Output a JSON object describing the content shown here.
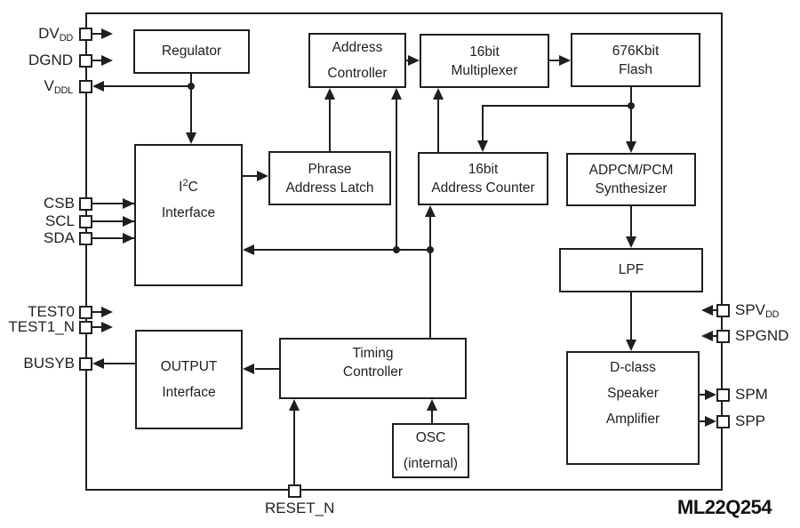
{
  "part_number": "ML22Q254",
  "colors": {
    "ink": "#1f1f1f",
    "background": "#ffffff"
  },
  "blocks": {
    "regulator": {
      "lines": [
        "Regulator"
      ]
    },
    "address_controller": {
      "lines": [
        "Address",
        "Controller"
      ]
    },
    "multiplexer_16bit": {
      "lines": [
        "16bit",
        "Multiplexer"
      ]
    },
    "flash_676kbit": {
      "lines": [
        "676Kbit",
        "Flash"
      ]
    },
    "i2c_interface": {
      "sup_line": {
        "pre": "I",
        "sup": "2",
        "post": "C"
      },
      "line2": "Interface"
    },
    "phrase_address_latch": {
      "lines": [
        "Phrase",
        "Address Latch"
      ]
    },
    "address_counter_16bit": {
      "lines": [
        "16bit",
        "Address Counter"
      ]
    },
    "adpcm_synthesizer": {
      "lines": [
        "ADPCM/PCM",
        "Synthesizer"
      ]
    },
    "lpf": {
      "lines": [
        "LPF"
      ]
    },
    "output_interface": {
      "lines": [
        "OUTPUT",
        "Interface"
      ]
    },
    "timing_controller": {
      "lines": [
        "Timing",
        "Controller"
      ]
    },
    "osc": {
      "lines": [
        "OSC",
        "(internal)"
      ]
    },
    "dclass_amplifier": {
      "lines": [
        "D-class",
        "Speaker",
        "Amplifier"
      ]
    }
  },
  "pins": {
    "dvdd": {
      "main": "DV",
      "sub": "DD"
    },
    "dgnd": {
      "main": "DGND",
      "sub": ""
    },
    "vddl": {
      "main": "V",
      "sub": "DDL"
    },
    "csb": {
      "main": "CSB",
      "sub": ""
    },
    "scl": {
      "main": "SCL",
      "sub": ""
    },
    "sda": {
      "main": "SDA",
      "sub": ""
    },
    "test0": {
      "main": "TEST0",
      "sub": ""
    },
    "test1_n": {
      "main": "TEST1_N",
      "sub": ""
    },
    "busyb": {
      "main": "BUSYB",
      "sub": ""
    },
    "spvdd": {
      "main": "SPV",
      "sub": "DD"
    },
    "spgnd": {
      "main": "SPGND",
      "sub": ""
    },
    "spm": {
      "main": "SPM",
      "sub": ""
    },
    "spp": {
      "main": "SPP",
      "sub": ""
    },
    "reset_n": {
      "main": "RESET_N",
      "sub": ""
    }
  },
  "connections": [
    {
      "from": "DVDD-pin",
      "to": "chip",
      "dir": "in"
    },
    {
      "from": "DGND-pin",
      "to": "chip",
      "dir": "in"
    },
    {
      "from": "regulator",
      "to": "VDDL-pin",
      "dir": "out"
    },
    {
      "from": "regulator",
      "to": "i2c_interface",
      "dir": "down"
    },
    {
      "from": "CSB-pin",
      "to": "i2c_interface",
      "dir": "in"
    },
    {
      "from": "SCL-pin",
      "to": "i2c_interface",
      "dir": "in"
    },
    {
      "from": "SDA-pin",
      "to": "i2c_interface",
      "dir": "in"
    },
    {
      "from": "i2c_interface",
      "to": "phrase_address_latch",
      "dir": "right"
    },
    {
      "from": "phrase_address_latch",
      "to": "address_controller",
      "dir": "up"
    },
    {
      "from": "internal_bus",
      "to": "i2c_interface",
      "dir": "left"
    },
    {
      "from": "internal_bus",
      "to": "address_controller",
      "dir": "up"
    },
    {
      "from": "internal_bus",
      "to": "address_counter_16bit",
      "dir": "up"
    },
    {
      "from": "internal_bus",
      "to": "timing_controller",
      "dir": "down"
    },
    {
      "from": "address_controller",
      "to": "multiplexer_16bit",
      "dir": "right"
    },
    {
      "from": "multiplexer_16bit",
      "to": "flash_676kbit",
      "dir": "right"
    },
    {
      "from": "flash_676kbit",
      "to": "address_counter_16bit",
      "dir": "down"
    },
    {
      "from": "flash_676kbit",
      "to": "adpcm_synthesizer",
      "dir": "down"
    },
    {
      "from": "address_counter_16bit",
      "to": "multiplexer_16bit",
      "dir": "up"
    },
    {
      "from": "adpcm_synthesizer",
      "to": "lpf",
      "dir": "down"
    },
    {
      "from": "lpf",
      "to": "dclass_amplifier",
      "dir": "down"
    },
    {
      "from": "SPVDD-pin",
      "to": "chip",
      "dir": "in"
    },
    {
      "from": "SPGND-pin",
      "to": "chip",
      "dir": "in"
    },
    {
      "from": "dclass_amplifier",
      "to": "SPM-pin",
      "dir": "out"
    },
    {
      "from": "dclass_amplifier",
      "to": "SPP-pin",
      "dir": "out"
    },
    {
      "from": "TEST0-pin",
      "to": "chip",
      "dir": "in"
    },
    {
      "from": "TEST1_N-pin",
      "to": "chip",
      "dir": "in"
    },
    {
      "from": "output_interface",
      "to": "BUSYB-pin",
      "dir": "out"
    },
    {
      "from": "timing_controller",
      "to": "output_interface",
      "dir": "left"
    },
    {
      "from": "osc",
      "to": "timing_controller",
      "dir": "up"
    },
    {
      "from": "RESET_N-pin",
      "to": "timing_controller",
      "dir": "up"
    }
  ]
}
